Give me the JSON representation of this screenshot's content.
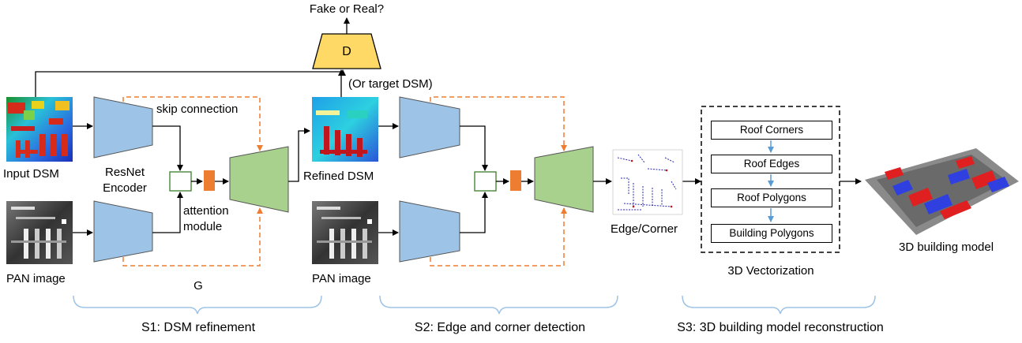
{
  "title_question": "Fake or Real?",
  "discriminator_label": "D",
  "target_note": "(Or target DSM)",
  "skip_connection_label": "skip connection",
  "attention_label": "attention module",
  "encoder_label": "ResNet Encoder",
  "generator_label": "G",
  "images": {
    "input_dsm": "Input DSM",
    "pan_image_1": "PAN image",
    "refined_dsm": "Refined DSM",
    "pan_image_2": "PAN image",
    "edge_corner": "Edge/Corner",
    "building_model": "3D building model"
  },
  "vectorization": {
    "title": "3D Vectorization",
    "steps": [
      "Roof Corners",
      "Roof Edges",
      "Roof Polygons",
      "Building Polygons"
    ]
  },
  "stages": {
    "s1": "S1: DSM refinement",
    "s2": "S2: Edge and corner detection",
    "s3": "S3: 3D building model reconstruction"
  },
  "colors": {
    "encoder_fill": "#9dc3e6",
    "decoder_fill": "#a9d18e",
    "discriminator_fill": "#ffd966",
    "attention_fill": "#ed7d31",
    "skip_arrow": "#ed7d31",
    "bracket": "#9dc3e6",
    "vector_arrow": "#5b9bd5"
  }
}
